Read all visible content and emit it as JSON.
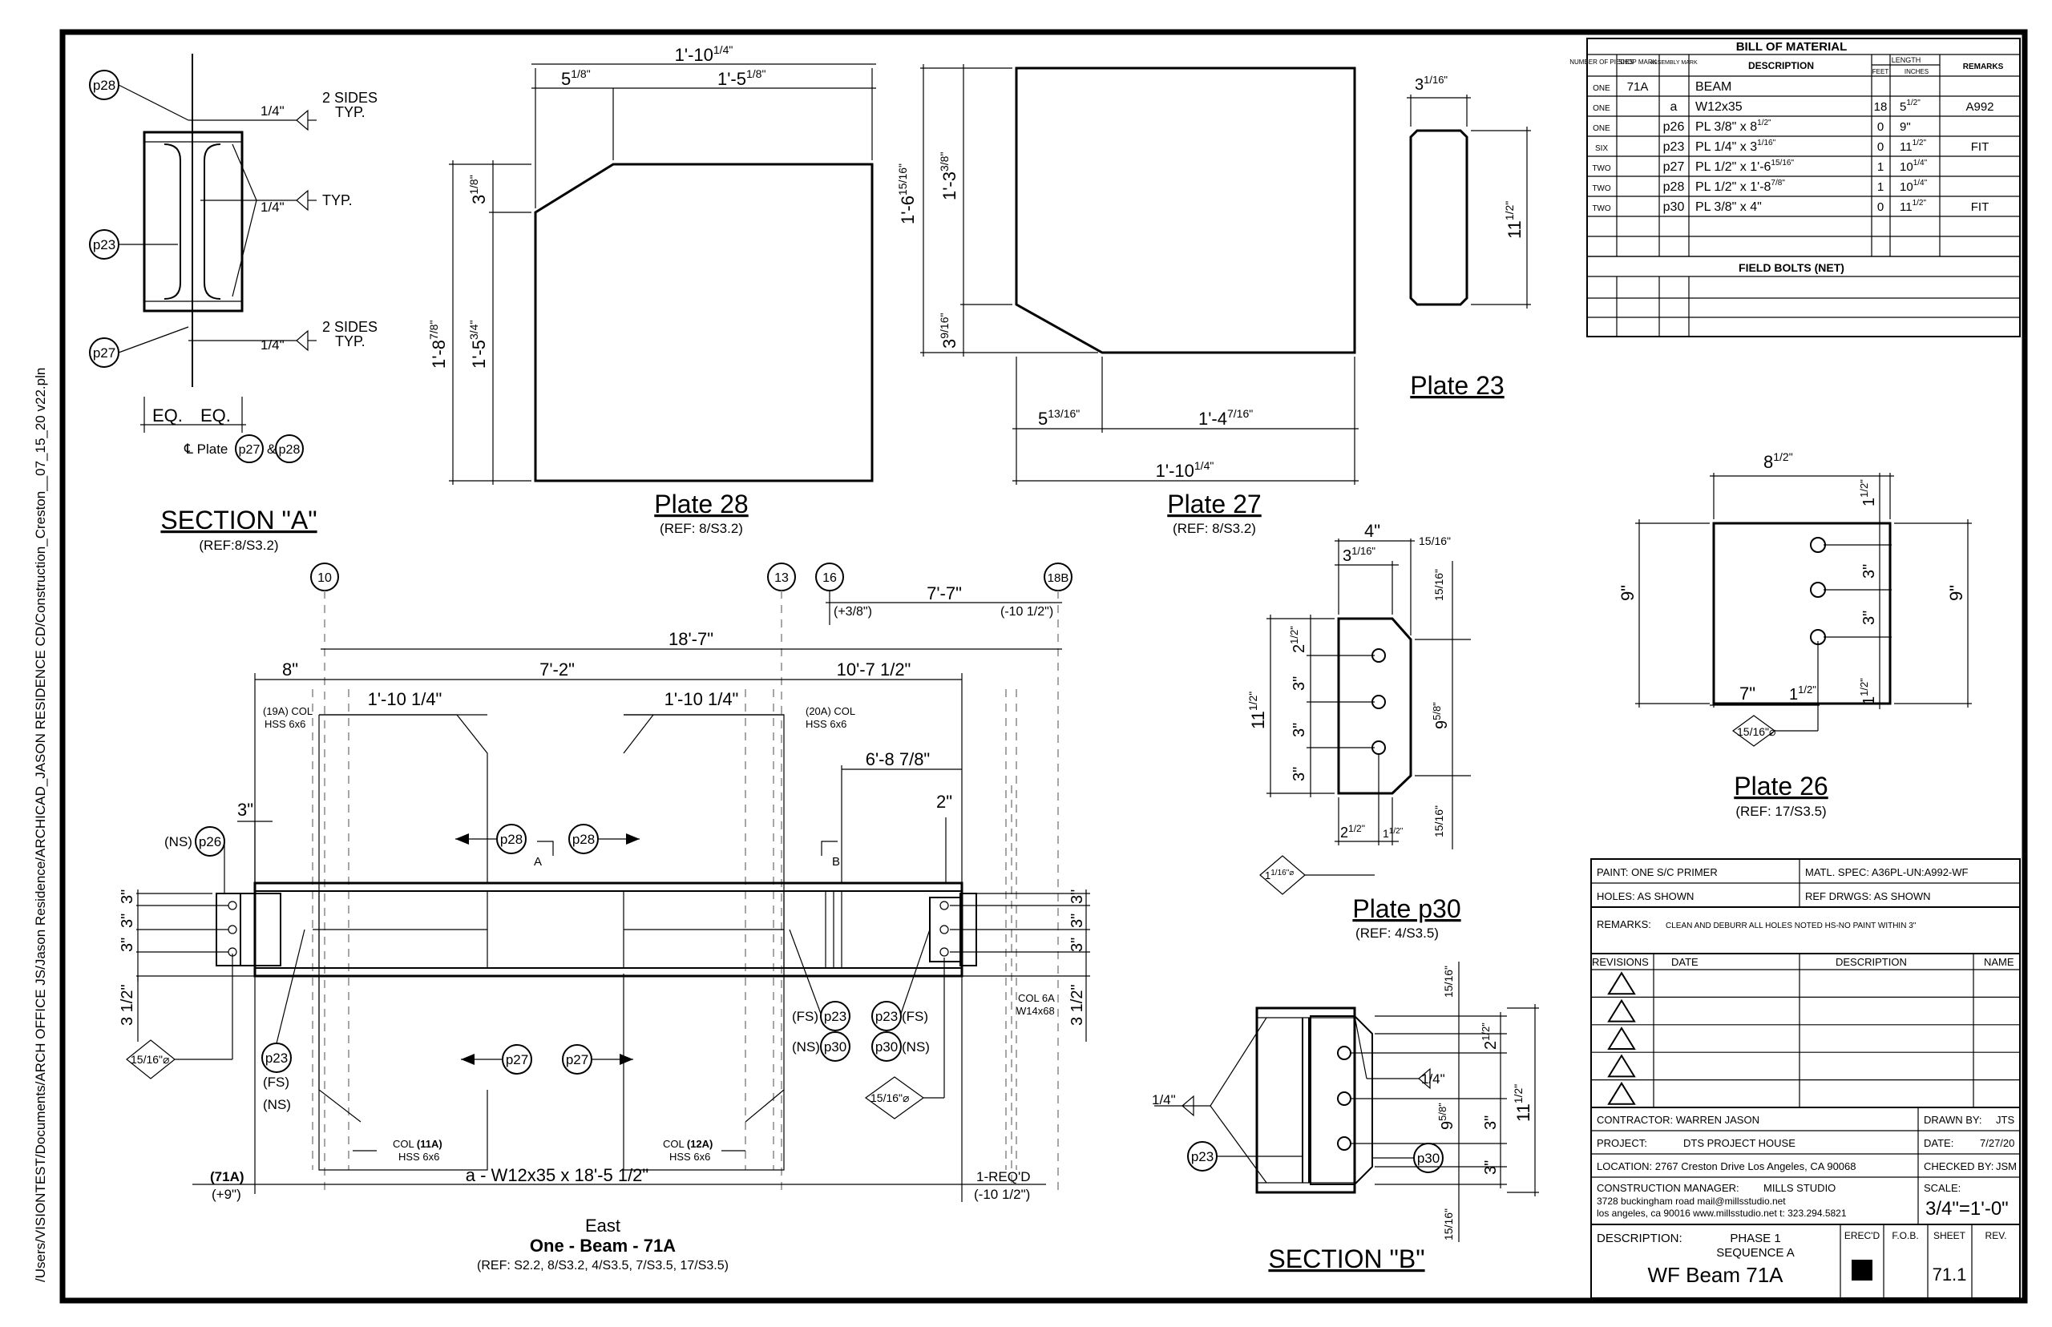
{
  "file_path": "/Users/VISIONTEST/Documents/ARCH OFFICE JS/Jason Residence/ARCHICAD_JASON RESIDENCE CD/Construction_Creston__07_15_20 v22.pln",
  "section_a": {
    "title": "SECTION \"A\"",
    "ref": "(REF:8/S3.2)",
    "p28": "p28",
    "p23": "p23",
    "p27": "p27",
    "w1": "1/4\"",
    "w1_note": "2 SIDES",
    "w1_note2": "TYP.",
    "w2": "1/4\"",
    "w2_note": "TYP.",
    "w3": "1/4\"",
    "w3_note": "2 SIDES",
    "w3_note2": "TYP.",
    "eq1": "EQ.",
    "eq2": "EQ.",
    "cl_label": "℄ Plate",
    "cl_p27": "p27",
    "cl_amp": "&",
    "cl_p28": "p28"
  },
  "plate28": {
    "title": "Plate 28",
    "ref": "(REF: 8/S3.2)",
    "d_total": "1'-10",
    "d_total_sup": "1/4\"",
    "d_left": "5",
    "d_left_sup": "1/8\"",
    "d_right": "1'-5",
    "d_right_sup": "1/8\"",
    "d_chamf": "3",
    "d_chamf_sup": "1/8\"",
    "d_h1": "1'-8",
    "d_h1_sup": "7/8\"",
    "d_h2": "1'-5",
    "d_h2_sup": "3/4\""
  },
  "plate27": {
    "title": "Plate 27",
    "ref": "(REF: 8/S3.2)",
    "d_h": "1'-6",
    "d_h_sup": "15/16\"",
    "d_h2": "1'-3",
    "d_h2_sup": "3/8\"",
    "d_ch": "3",
    "d_ch_sup": "9/16\"",
    "d_b1": "5",
    "d_b1_sup": "13/16\"",
    "d_b2": "1'-4",
    "d_b2_sup": "7/16\"",
    "d_total": "1'-10",
    "d_total_sup": "1/4\""
  },
  "plate23": {
    "title": "Plate 23",
    "w": "3",
    "w_sup": "1/16\"",
    "h": "11",
    "h_sup": "1/2\""
  },
  "bom": {
    "title": "BILL OF MATERIAL",
    "headers": [
      "NUMBER OF PIECES",
      "SHOP MARK",
      "ASSEMBLY MARK",
      "DESCRIPTION",
      "LENGTH",
      "REMARKS"
    ],
    "sub_headers": [
      "FEET",
      "INCHES"
    ],
    "rows": [
      {
        "pcs": "ONE",
        "shop": "71A",
        "asm": "",
        "desc": "BEAM",
        "desc_sup": "",
        "ft": "",
        "in": "",
        "in_sup": "",
        "rem": ""
      },
      {
        "pcs": "ONE",
        "shop": "",
        "asm": "a",
        "desc": "W12x35",
        "desc_sup": "",
        "ft": "18",
        "in": "5",
        "in_sup": "1/2\"",
        "rem": "A992"
      },
      {
        "pcs": "ONE",
        "shop": "",
        "asm": "p26",
        "desc": "PL 3/8\" x 8",
        "desc_sup": "1/2\"",
        "ft": "0",
        "in": "9\"",
        "in_sup": "",
        "rem": ""
      },
      {
        "pcs": "SIX",
        "shop": "",
        "asm": "p23",
        "desc": "PL 1/4\" x 3",
        "desc_sup": "1/16\"",
        "ft": "0",
        "in": "11",
        "in_sup": "1/2\"",
        "rem": "FIT"
      },
      {
        "pcs": "TWO",
        "shop": "",
        "asm": "p27",
        "desc": "PL 1/2\" x 1'-6",
        "desc_sup": "15/16\"",
        "ft": "1",
        "in": "10",
        "in_sup": "1/4\"",
        "rem": ""
      },
      {
        "pcs": "TWO",
        "shop": "",
        "asm": "p28",
        "desc": "PL 1/2\" x 1'-8",
        "desc_sup": "7/8\"",
        "ft": "1",
        "in": "10",
        "in_sup": "1/4\"",
        "rem": ""
      },
      {
        "pcs": "TWO",
        "shop": "",
        "asm": "p30",
        "desc": "PL 3/8\" x 4\"",
        "desc_sup": "",
        "ft": "0",
        "in": "11",
        "in_sup": "1/2\"",
        "rem": "FIT"
      }
    ],
    "field_bolts": "FIELD BOLTS (NET)"
  },
  "plate26": {
    "title": "Plate 26",
    "ref": "(REF: 17/S3.5)",
    "w": "8",
    "w_sup": "1/2\"",
    "top": "1",
    "top_sup": "1/2\"",
    "s1": "3\"",
    "s2": "3\"",
    "bot": "1",
    "bot_sup": "1/2\"",
    "h_left": "9\"",
    "h_right": "9\"",
    "b1": "7\"",
    "b2": "1",
    "b2_sup": "1/2\"",
    "hole": "15/16\"⌀"
  },
  "plate30": {
    "title": "Plate p30",
    "ref": "(REF: 4/S3.5)",
    "w": "4\"",
    "w2": "3",
    "w2_sup": "1/16\"",
    "w3": "15/16\"",
    "d1": "2",
    "d1_sup": "1/2\"",
    "d2": "3\"",
    "d3": "3\"",
    "d4": "3\"",
    "h": "11",
    "h_sup": "1/2\"",
    "h2": "9",
    "h2_sup": "5/8\"",
    "ch": "15/16\"",
    "ch2": "15/16\"",
    "b1": "2",
    "b1_sup": "1/2\"",
    "b2": "1",
    "b2_sup": "1/2\"",
    "hole": "1",
    "hole_sup": "1/16\"⌀"
  },
  "section_b": {
    "title": "SECTION \"B\"",
    "d1": "15/16\"",
    "d2": "2",
    "d2_sup": "1/2\"",
    "d3": "3\"",
    "d4": "3\"",
    "d5": "15/16\"",
    "h": "11",
    "h_sup": "1/2\"",
    "h2": "9",
    "h2_sup": "5/8\"",
    "w1": "1/4\"",
    "w2": "1/4\"",
    "p23": "p23",
    "p30": "p30"
  },
  "elevation": {
    "grid": [
      "10",
      "13",
      "16",
      "18B"
    ],
    "g16_off": "(+3/8\")",
    "g18_off": "(-10 1/2\")",
    "d_7_7": "7'-7\"",
    "overall": "18'-7\"",
    "d_8": "8\"",
    "d_7_2": "7'-2\"",
    "d_10_7": "10'-7 1/2\"",
    "d_1_10a": "1'-10 1/4\"",
    "d_1_10b": "1'-10 1/4\"",
    "col19": "(19A) COL",
    "col19b": "HSS 6x6",
    "col20": "(20A) COL",
    "col20b": "HSS 6x6",
    "d_6_8": "6'-8 7/8\"",
    "d_2": "2\"",
    "d_3": "3\"",
    "ns_p26": "(NS)",
    "p26": "p26",
    "p28a": "p28",
    "p28b": "p28",
    "mark_a": "A",
    "mark_b": "B",
    "l3a": "3\"",
    "l3b": "3\"",
    "l3c": "3\"",
    "r3a": "3\"",
    "r3b": "3\"",
    "r3c": "3\"",
    "l_3_12": "3 1/2\"",
    "r_3_12": "3 1/2\"",
    "hole_l": "15/16\"⌀",
    "hole_r": "15/16\"⌀",
    "p23l": "p23",
    "p23l_fs": "(FS)",
    "p23l_ns": "(NS)",
    "p27a": "p27",
    "p27b": "p27",
    "fs1": "(FS)",
    "p23m": "p23",
    "ns1": "(NS)",
    "p30m": "p30",
    "p23n": "p23",
    "fs2": "(FS)",
    "p30n": "p30",
    "ns2": "(NS)",
    "col6a": "COL 6A",
    "col6b": "W14x68",
    "col11": "COL",
    "col11m": "(11A)",
    "col11b": "HSS 6x6",
    "col12": "COL",
    "col12m": "(12A)",
    "col12b": "HSS 6x6",
    "mark71": "(71A)",
    "mark71_off": "(+9\")",
    "beam_label": "a - W12x35 x 18'-5 1/2\"",
    "req": "1-REQ'D",
    "req_off": "(-10 1/2\")",
    "east": "East",
    "beam_title": "One - Beam - 71A",
    "refs": "(REF: S2.2, 8/S3.2, 4/S3.5, 7/S3.5, 17/S3.5)"
  },
  "title_block": {
    "paint": "PAINT: ONE S/C PRIMER",
    "matl": "MATL. SPEC: A36PL-UN:A992-WF",
    "holes": "HOLES: AS SHOWN",
    "ref_dwgs": "REF DRWGS: AS SHOWN",
    "remarks_label": "REMARKS:",
    "remarks": "CLEAN AND DEBURR ALL HOLES NOTED HS-NO PAINT WITHIN 3\"",
    "rev_headers": [
      "REVISIONS",
      "DATE",
      "DESCRIPTION",
      "NAME"
    ],
    "contractor": "CONTRACTOR: WARREN JASON",
    "drawn_by_label": "DRAWN BY:",
    "drawn_by": "JTS",
    "project": "PROJECT:",
    "project_name": "DTS PROJECT HOUSE",
    "date_label": "DATE:",
    "date": "7/27/20",
    "location": "LOCATION: 2767 Creston Drive  Los Angeles, CA  90068",
    "checked_label": "CHECKED BY:",
    "checked": "JSM",
    "cm_label": "CONSTRUCTION MANAGER:",
    "cm_name": "MILLS STUDIO",
    "addr1": "3728 buckingham road   mail@millsstudio.net",
    "addr2": "los angeles, ca 90016    www.millsstudio.net   t: 323.294.5821",
    "scale_label": "SCALE:",
    "scale": "3/4\"=1'-0\"",
    "desc_label": "DESCRIPTION:",
    "phase": "PHASE 1",
    "sequence": "SEQUENCE A",
    "erecd": "EREC'D",
    "fob": "F.O.B.",
    "sheet_label": "SHEET",
    "rev": "REV.",
    "drawing_name": "WF Beam 71A",
    "sheet": "71.1"
  }
}
